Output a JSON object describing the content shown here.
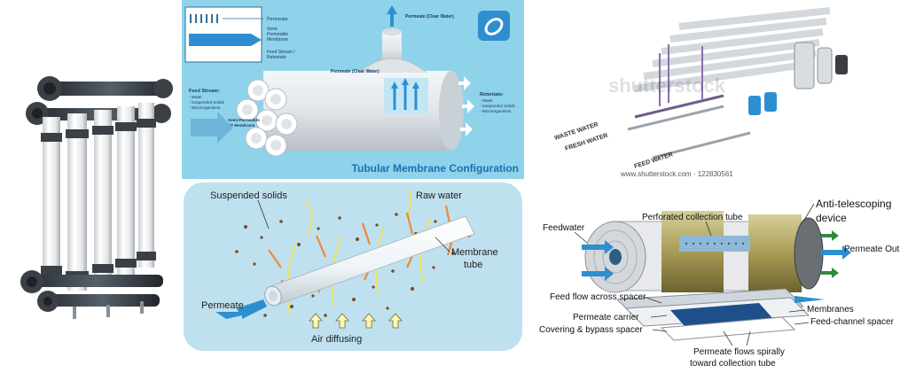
{
  "tubular": {
    "title": "Tubular Membrane Configuration",
    "inset_permeate": "Permeate",
    "inset_semi1": "Semi-",
    "inset_semi2": "Permeable",
    "inset_semi3": "Membrane",
    "inset_feed1": "Feed Stream /",
    "inset_feed2": "Retentate",
    "permeate_top": "Permeate (Clear Water)",
    "permeate_mid": "Permeate (Clear Water)",
    "feed_head": "Feed Stream:",
    "feed_items": [
      "- Water",
      "- Suspended Solids",
      "- Microorganisms"
    ],
    "ret_head": "Retentate:",
    "ret_items": [
      "- Water",
      "- Suspended Solids",
      "- Microorganisms"
    ],
    "uf1": "Semi-Permeable",
    "uf2": "UF Membrane"
  },
  "airdiff": {
    "suspended": "Suspended solids",
    "raw": "Raw water",
    "membrane1": "Membrane",
    "membrane2": "tube",
    "permeate": "Permeate",
    "air": "Air diffusing"
  },
  "stock": {
    "watermark": "shutterstock",
    "waste": "WASTE WATER",
    "fresh": "FRESH WATER",
    "feed": "FEED WATER",
    "credit": "www.shutterstock.com · 122830561"
  },
  "spiral": {
    "anti1": "Anti-telescoping",
    "anti2": "device",
    "feedwater": "Feedwater",
    "perforated": "Perforated collection tube",
    "permeate_out": "Permeate  Out",
    "feed_flow": "Feed flow across spacer",
    "perm_carrier": "Permeate carrier",
    "covering": "Covering & bypass spacer",
    "membranes": "Membranes",
    "feed_channel": "Feed-channel spacer",
    "flows1": "Permeate flows spirally",
    "flows2": "toward collection  tube"
  },
  "colors": {
    "tubular_bg": "#8fd3ea",
    "airdiff_bg": "#bfe0ee",
    "title_blue": "#1d6fb5",
    "arrow_blue": "#2d8fd0",
    "green": "#2e8b3a",
    "orange": "#f0883a"
  }
}
